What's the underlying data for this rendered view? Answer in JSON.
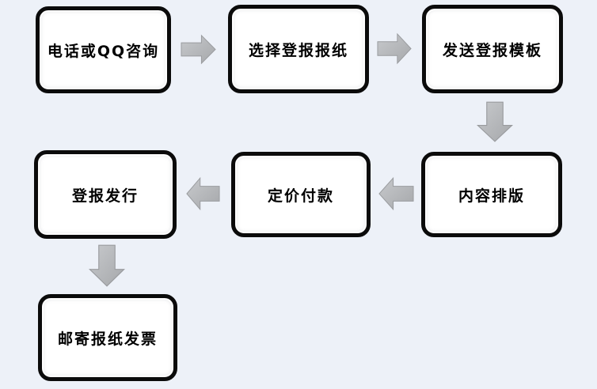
{
  "page": {
    "background_color": "#edf1f8"
  },
  "flowchart": {
    "type": "process-flow",
    "steps": [
      {
        "id": 1,
        "label": "电话或QQ咨询"
      },
      {
        "id": 2,
        "label": "选择登报报纸"
      },
      {
        "id": 3,
        "label": "发送登报模板"
      },
      {
        "id": 4,
        "label": "内容排版"
      },
      {
        "id": 5,
        "label": "定价付款"
      },
      {
        "id": 6,
        "label": "登报发行"
      },
      {
        "id": 7,
        "label": "邮寄报纸发票"
      }
    ],
    "arrows": [
      {
        "from": 1,
        "to": 2,
        "direction": "right"
      },
      {
        "from": 2,
        "to": 3,
        "direction": "right"
      },
      {
        "from": 3,
        "to": 4,
        "direction": "down"
      },
      {
        "from": 4,
        "to": 5,
        "direction": "left"
      },
      {
        "from": 5,
        "to": 6,
        "direction": "left"
      },
      {
        "from": 6,
        "to": 7,
        "direction": "down"
      }
    ],
    "colors": {
      "box_fill": "#ffffff",
      "box_border": "#000000",
      "text": "#000000",
      "arrow_fill_light": "#c7c9cc",
      "arrow_fill_dark": "#a6a8ab",
      "arrow_outline": "#999b9e",
      "background": "#edf1f8"
    }
  }
}
